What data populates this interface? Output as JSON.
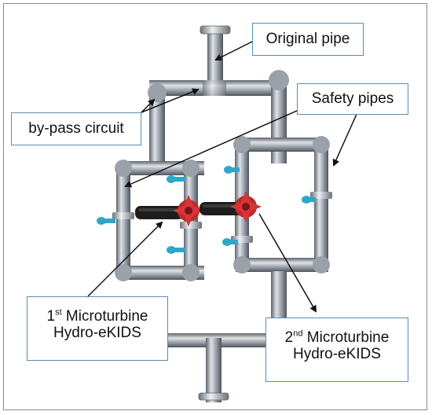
{
  "labels": {
    "original_pipe": "Original pipe",
    "bypass_circuit": "by-pass circuit",
    "safety_pipes": "Safety pipes",
    "first_turbine": {
      "ordinal_num": "1",
      "ordinal_sup": "st",
      "line1_rest": " Microturbine",
      "line2": "Hydro-eKIDS"
    },
    "second_turbine": {
      "ordinal_num": "2",
      "ordinal_sup": "nd",
      "line1_rest": " Microturbine",
      "line2": "Hydro-eKIDS"
    }
  },
  "colors": {
    "pipe": "#a7adb5",
    "pipe_shadow": "#5d646c",
    "turbine": "#c0282a",
    "generator": "#1d1d1d",
    "valve": "#2fa7c9",
    "frame": "#8a8a8a",
    "label_border": "#5b8bb5"
  }
}
